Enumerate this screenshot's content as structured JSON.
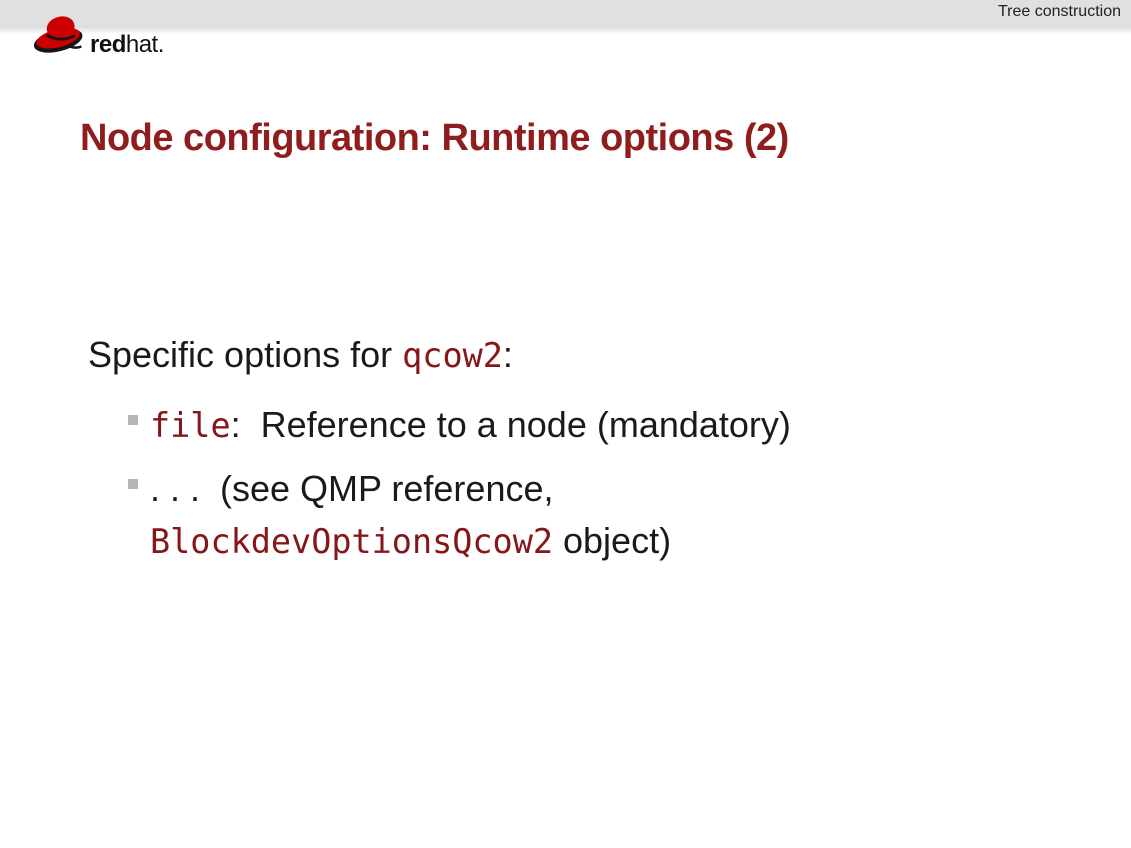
{
  "top_bar": {
    "section_title": "Tree construction"
  },
  "logo": {
    "brand_bold": "red",
    "brand_regular": "hat",
    "suffix": "."
  },
  "slide": {
    "title": "Node configuration: Runtime options (2)",
    "intro": {
      "prefix": "Specific options for ",
      "code": "qcow2",
      "suffix": ":"
    },
    "bullets": {
      "b1": {
        "code": "file",
        "rest": ":  Reference to a node (mandatory)"
      },
      "b2": {
        "line1": ". . .  (see QMP reference,",
        "code": "BlockdevOptionsQcow2",
        "rest": " object)"
      }
    }
  },
  "colors": {
    "title_red": "#8f1d1d",
    "code_red": "#851619",
    "top_bar_gray": "#e0e0e0",
    "bullet_gray": "#b5b5b5",
    "body_text": "#1a1a1a",
    "logo_red": "#cc0000"
  }
}
